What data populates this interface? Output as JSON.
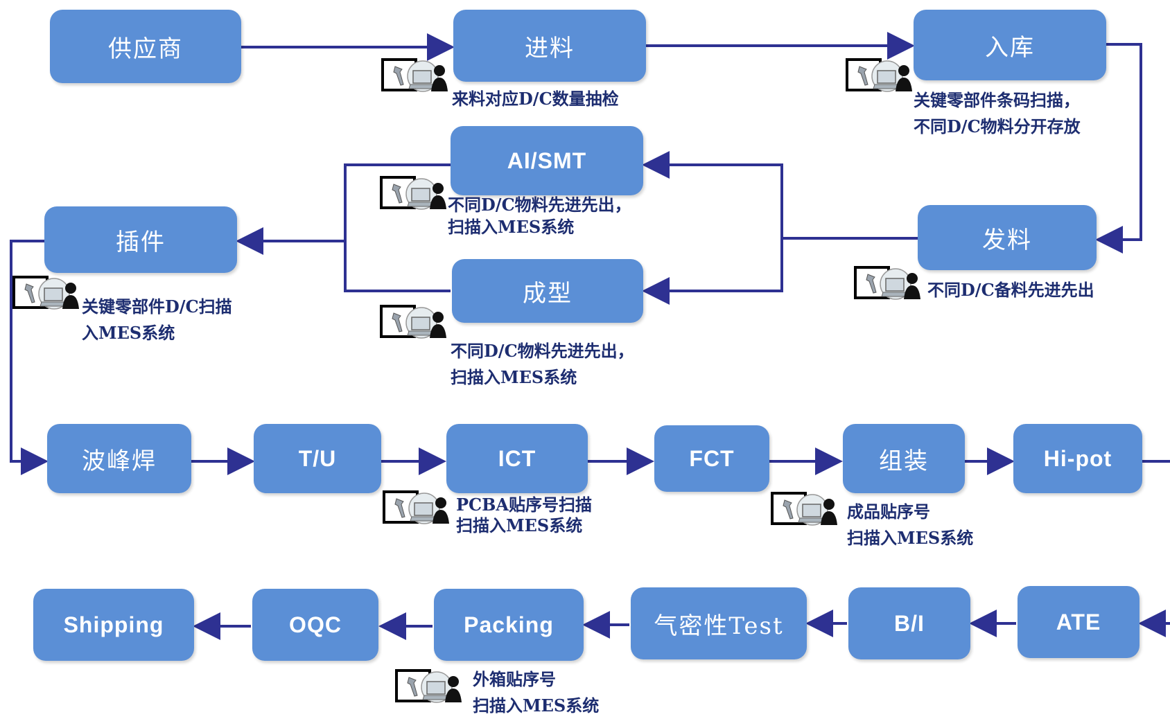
{
  "colors": {
    "node_fill": "#5b8fd6",
    "arrow": "#2e3192",
    "note_text": "#1d2d70"
  },
  "nodes": {
    "supplier": "供应商",
    "incoming": "进料",
    "warehouse_in": "入库",
    "ai_smt": "AI/SMT",
    "issue": "发料",
    "insertion": "插件",
    "forming": "成型",
    "wave_solder": "波峰焊",
    "tu": "T/U",
    "ict": "ICT",
    "fct": "FCT",
    "assembly": "组装",
    "hipot": "Hi-pot",
    "shipping": "Shipping",
    "oqc": "OQC",
    "packing": "Packing",
    "airtight": "气密性Test",
    "bi": "B/I",
    "ate": "ATE"
  },
  "notes": {
    "incoming": [
      "来料对应D/C数量抽检"
    ],
    "warehouse_in": [
      "关键零部件条码扫描，",
      "不同D/C物料分开存放"
    ],
    "ai_smt": [
      "不同D/C物料先进先出，",
      "扫描入MES系统"
    ],
    "issue": [
      "不同D/C备料先进先出"
    ],
    "insertion": [
      "关键零部件D/C扫描",
      "入MES系统"
    ],
    "forming": [
      "不同D/C物料先进先出，",
      "扫描入MES系统"
    ],
    "ict": [
      "PCBA贴序号扫描",
      "扫描入MES系统"
    ],
    "assembly": [
      "成品贴序号",
      "扫描入MES系统"
    ],
    "packing": [
      "外箱贴序号",
      "扫描入MES系统"
    ]
  },
  "icons": [
    "scanner-computer-user-icon"
  ]
}
